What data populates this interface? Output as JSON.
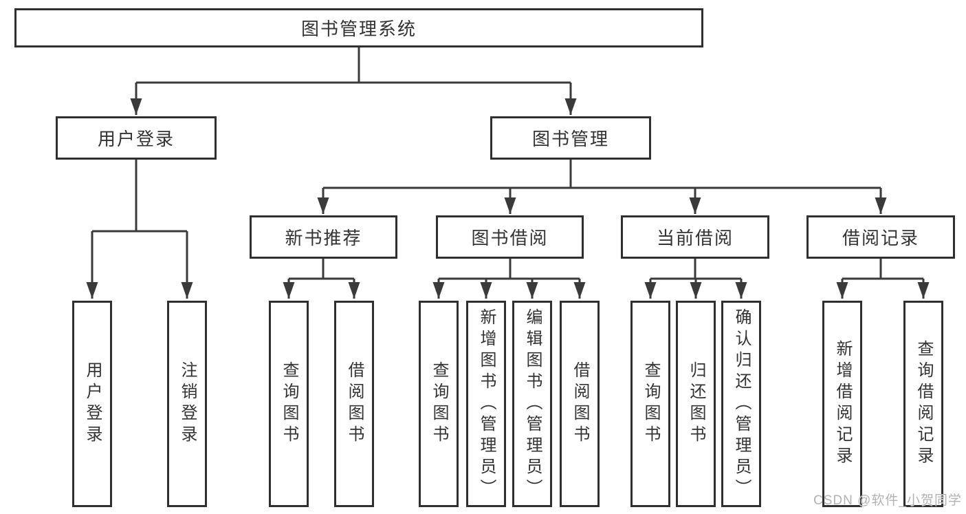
{
  "diagram": {
    "root": {
      "label": "图书管理系统"
    },
    "branches": [
      {
        "label": "用户登录",
        "children": [
          {
            "label": "用户登录"
          },
          {
            "label": "注销登录"
          }
        ]
      },
      {
        "label": "图书管理",
        "children": [
          {
            "label": "新书推荐",
            "children": [
              {
                "label": "查询图书"
              },
              {
                "label": "借阅图书"
              }
            ]
          },
          {
            "label": "图书借阅",
            "children": [
              {
                "label": "查询图书"
              },
              {
                "label": "新增图书（管理员）"
              },
              {
                "label": "编辑图书（管理员）"
              },
              {
                "label": "借阅图书"
              }
            ]
          },
          {
            "label": "当前借阅",
            "children": [
              {
                "label": "查询图书"
              },
              {
                "label": "归还图书"
              },
              {
                "label": "确认归还（管理员）"
              }
            ]
          },
          {
            "label": "借阅记录",
            "children": [
              {
                "label": "新增借阅记录"
              },
              {
                "label": "查询借阅记录"
              }
            ]
          }
        ]
      }
    ]
  },
  "watermark": {
    "text": "CSDN @软件_小贺同学"
  },
  "colors": {
    "line": "#3a3a3a",
    "border": "#2f2f2f",
    "text": "#333333",
    "background": "#ffffff",
    "watermark": "#b2b2b2"
  }
}
